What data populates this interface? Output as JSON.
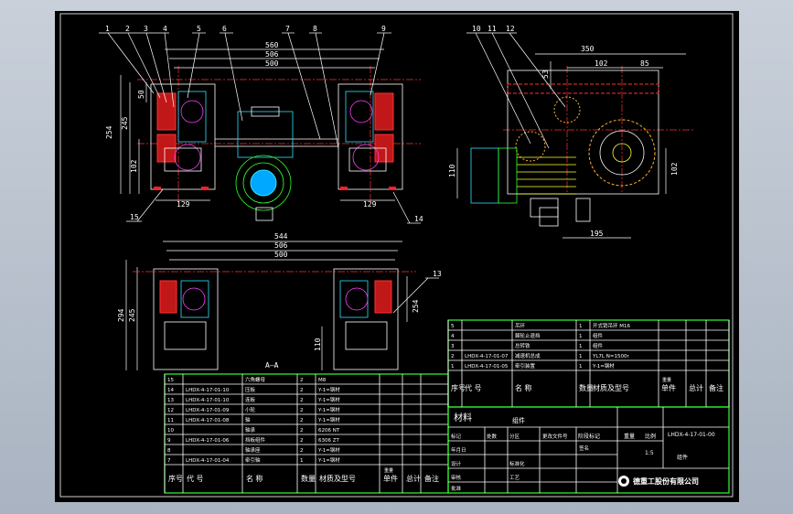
{
  "drawing": {
    "part_balloons_top": [
      "1",
      "2",
      "3",
      "4",
      "5",
      "6",
      "7",
      "8",
      "9"
    ],
    "part_balloons_right": [
      "10",
      "11",
      "12"
    ],
    "part_balloons_side": [
      "13",
      "14",
      "15"
    ],
    "front_view_dims": {
      "overall": "560",
      "inner": "506",
      "rail": "500",
      "h1": "254",
      "h2": "245",
      "h3": "50",
      "h4": "102",
      "b_left": "129",
      "b_right": "129"
    },
    "bottom_view_dims": {
      "overall": "544",
      "inner": "506",
      "rail": "500",
      "h1": "294",
      "h2": "245",
      "h3": "254",
      "h4": "110",
      "section_label": "A—A"
    },
    "side_view_dims": {
      "width": "350",
      "w1": "102",
      "w2": "85",
      "h1": "53",
      "h2": "110",
      "h3": "102",
      "b1": "195"
    }
  },
  "title_block": {
    "upper_rows": [
      {
        "no": "5",
        "code": "",
        "name": "吊环",
        "qty": "1",
        "material": "开式销吊环 M16"
      },
      {
        "no": "4",
        "code": "",
        "name": "棘轮止退挡",
        "qty": "1",
        "material": "组件"
      },
      {
        "no": "3",
        "code": "",
        "name": "总转铁",
        "qty": "1",
        "material": "组件"
      },
      {
        "no": "2",
        "code": "LHDX-4-17-01-07",
        "name": "减速机总成",
        "qty": "1",
        "material": "YL7L  N=1500r"
      },
      {
        "no": "1",
        "code": "LHDX-4-17-01-05",
        "name": "牵引装置",
        "qty": "1",
        "material": "Y-1=钢材"
      }
    ],
    "upper_header": {
      "no": "序号",
      "code": "代  号",
      "name": "名  称",
      "qty": "数量",
      "material": "材质及型号",
      "single": "单件",
      "total": "总计",
      "weight": "重量",
      "remark": "备注"
    },
    "left_rows": [
      {
        "no": "15",
        "code": "",
        "name": "六角螺母",
        "qty": "2",
        "material": "M8"
      },
      {
        "no": "14",
        "code": "LHDX-4-17-01-10",
        "name": "压板",
        "qty": "2",
        "material": "Y-1=钢材"
      },
      {
        "no": "13",
        "code": "LHDX-4-17-01-10",
        "name": "连板",
        "qty": "2",
        "material": "Y-1=钢材"
      },
      {
        "no": "12",
        "code": "LHDX-4-17-01-09",
        "name": "小轮",
        "qty": "2",
        "material": "Y-1=钢材"
      },
      {
        "no": "11",
        "code": "LHDX-4-17-01-08",
        "name": "轴",
        "qty": "2",
        "material": "Y-1=钢材"
      },
      {
        "no": "10",
        "code": "",
        "name": "轴承",
        "qty": "2",
        "material": "6206 NT"
      },
      {
        "no": "9",
        "code": "LHDX-4-17-01-06",
        "name": "挡板组件",
        "qty": "2",
        "material": "6306 ZT"
      },
      {
        "no": "8",
        "code": "",
        "name": "轴承座",
        "qty": "2",
        "material": "Y-1=钢材"
      },
      {
        "no": "7",
        "code": "LHDX-4-17-01-04",
        "name": "牵引轴",
        "qty": "1",
        "material": "Y-1=钢材"
      }
    ],
    "left_header": {
      "no": "序号",
      "code": "代  号",
      "name": "名  称",
      "qty": "数量",
      "material": "材质及型号",
      "single": "单件",
      "total": "总计",
      "weight": "重量",
      "remark": "备注"
    },
    "material_label": "材料",
    "material_value": "组件",
    "drawing_no": "LHDX-4-17-01-00",
    "assembly": "组件",
    "company": "德重工股份有限公司",
    "stage_labels": [
      "阶段标记",
      "重量",
      "比例"
    ],
    "sign_labels": [
      "标记",
      "处数",
      "分区",
      "更改文件号",
      "签名",
      "年月日",
      "设计",
      "标准化",
      "审核",
      "工艺",
      "批准"
    ],
    "scale_value": "1:5"
  }
}
